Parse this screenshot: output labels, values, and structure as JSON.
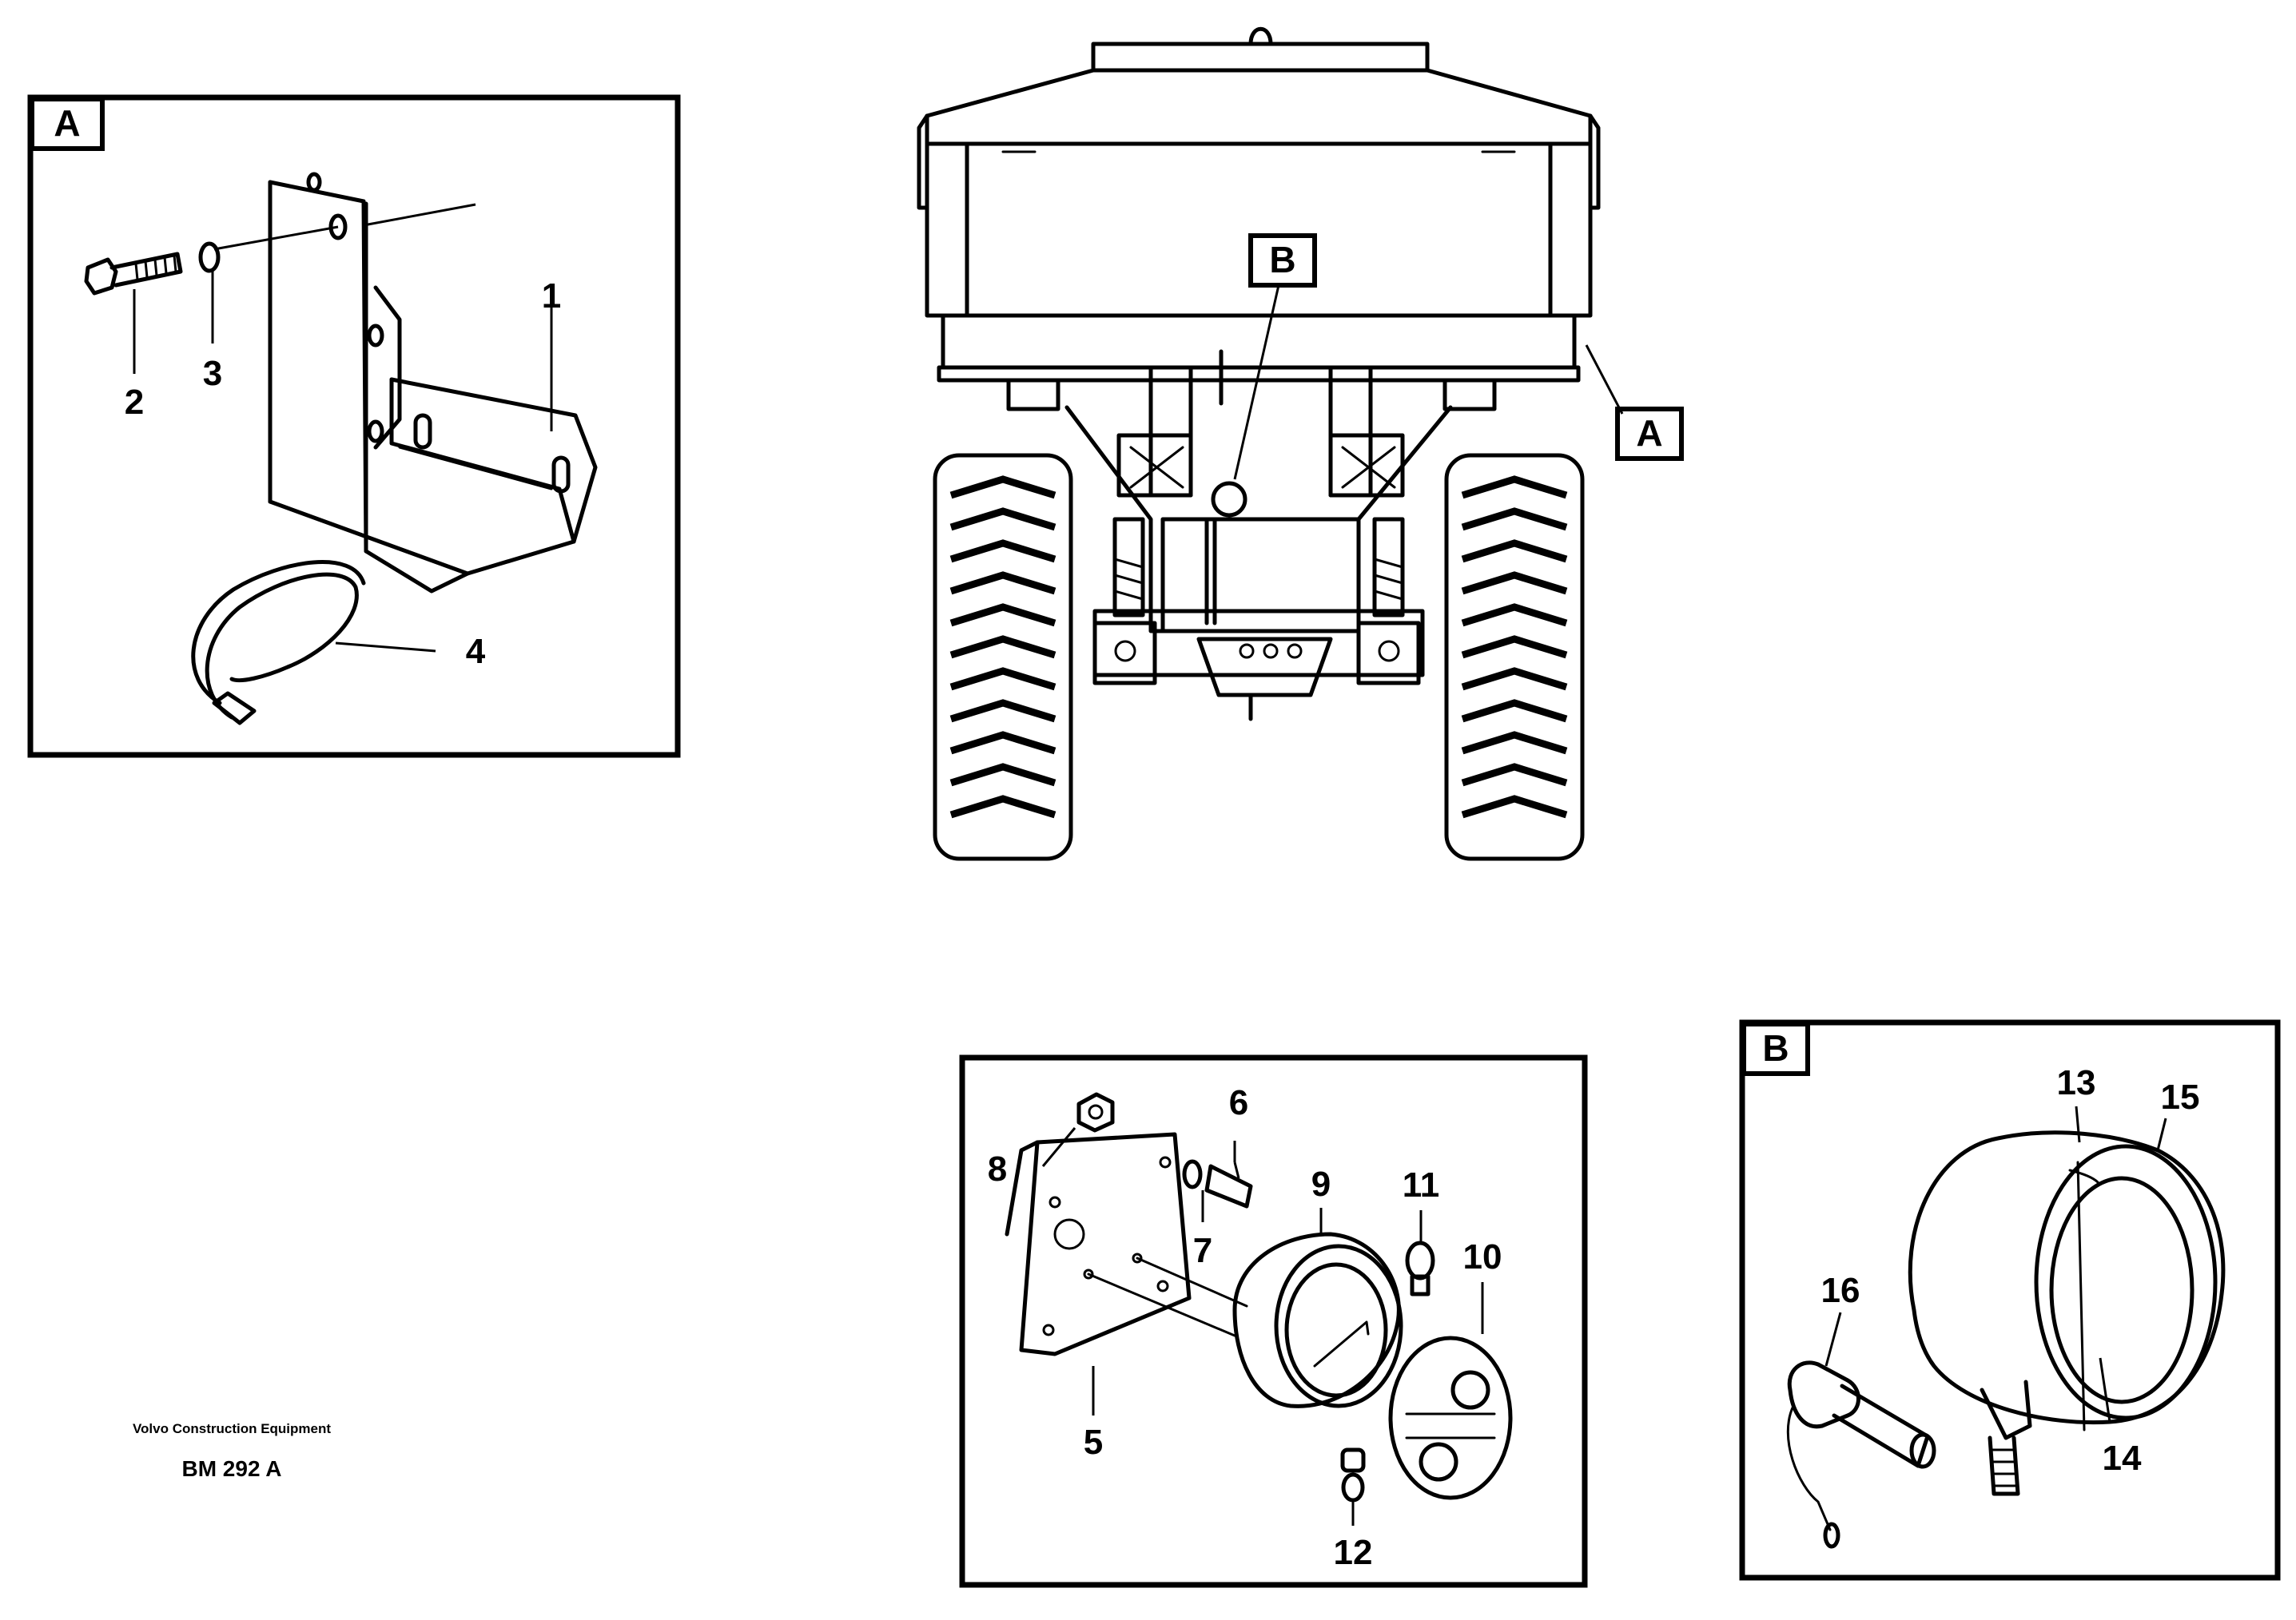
{
  "detail_a": {
    "tag": "A",
    "parts": {
      "p1": "1",
      "p2": "2",
      "p3": "3",
      "p4": "4"
    }
  },
  "overview": {
    "tag_a": "A",
    "tag_b": "B"
  },
  "lamp_detail": {
    "parts": {
      "p5": "5",
      "p6": "6",
      "p7": "7",
      "p8": "8",
      "p9": "9",
      "p10": "10",
      "p11": "11",
      "p12": "12"
    }
  },
  "detail_b": {
    "tag": "B",
    "parts": {
      "p13": "13",
      "p14": "14",
      "p15": "15",
      "p16": "16"
    }
  },
  "caption": {
    "company": "Volvo Construction Equipment",
    "code": "BM 292 A"
  }
}
